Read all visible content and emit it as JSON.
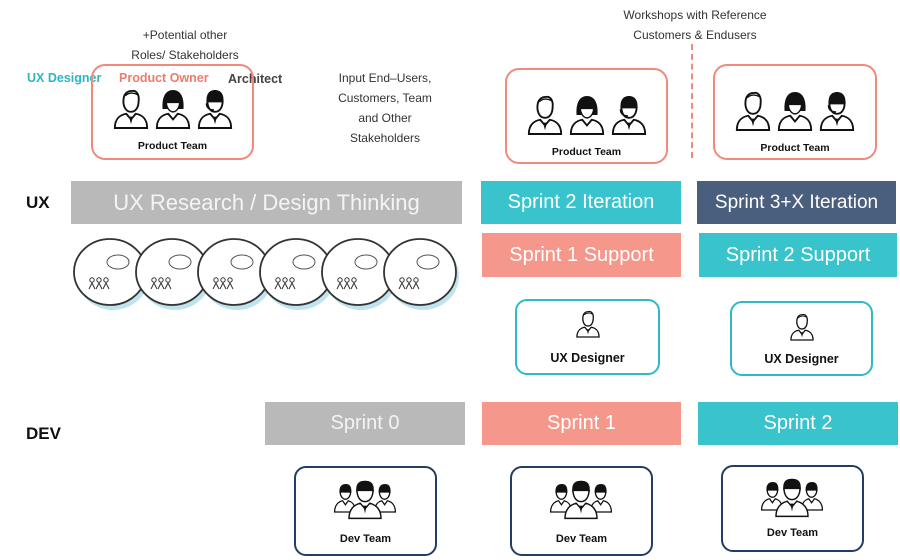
{
  "colors": {
    "coral": "#f5978a",
    "teal": "#38c3cd",
    "navy": "#4a5e7e",
    "gray": "#b9b9b9",
    "team_border": "#f08a7a",
    "ux_border": "#2fb9c6",
    "dev_border": "#233d62"
  },
  "top": {
    "potential_note": [
      "+Potential other",
      "Roles/ Stakeholders"
    ],
    "roles": {
      "ux_designer": "UX Designer",
      "product_owner": "Product Owner",
      "architect": "Architect"
    },
    "input_note": [
      "Input End–Users,",
      "Customers, Team",
      "and Other",
      "Stakeholders"
    ],
    "workshops_note": [
      "Workshops with Reference",
      "Customers & Endusers"
    ],
    "product_teams": [
      {
        "label": "Product Team",
        "icons": [
          "person-male-icon",
          "person-female-icon",
          "person-headset-icon"
        ]
      },
      {
        "label": "Product Team",
        "icons": [
          "person-male-icon",
          "person-female-icon",
          "person-headset-icon"
        ]
      },
      {
        "label": "Product Team",
        "icons": [
          "person-male-icon",
          "person-female-icon",
          "person-headset-icon"
        ]
      }
    ]
  },
  "ux_row": {
    "label": "UX",
    "research_bar": "UX Research / Design Thinking",
    "iteration_bars": [
      "Sprint 2 Iteration",
      "Sprint 3+X Iteration"
    ],
    "support_bars": [
      "Sprint 1 Support",
      "Sprint 2 Support"
    ],
    "designer_boxes": [
      "UX Designer",
      "UX Designer"
    ],
    "design_thinking_steps": [
      "ideate-sketch",
      "observe-sketch",
      "research-sketch",
      "brainstorm-sketch",
      "prototype-sketch",
      "test-sketch"
    ]
  },
  "dev_row": {
    "label": "DEV",
    "sprints": [
      "Sprint 0",
      "Sprint 1",
      "Sprint 2"
    ],
    "dev_teams": [
      "Dev Team",
      "Dev Team",
      "Dev Team"
    ]
  }
}
